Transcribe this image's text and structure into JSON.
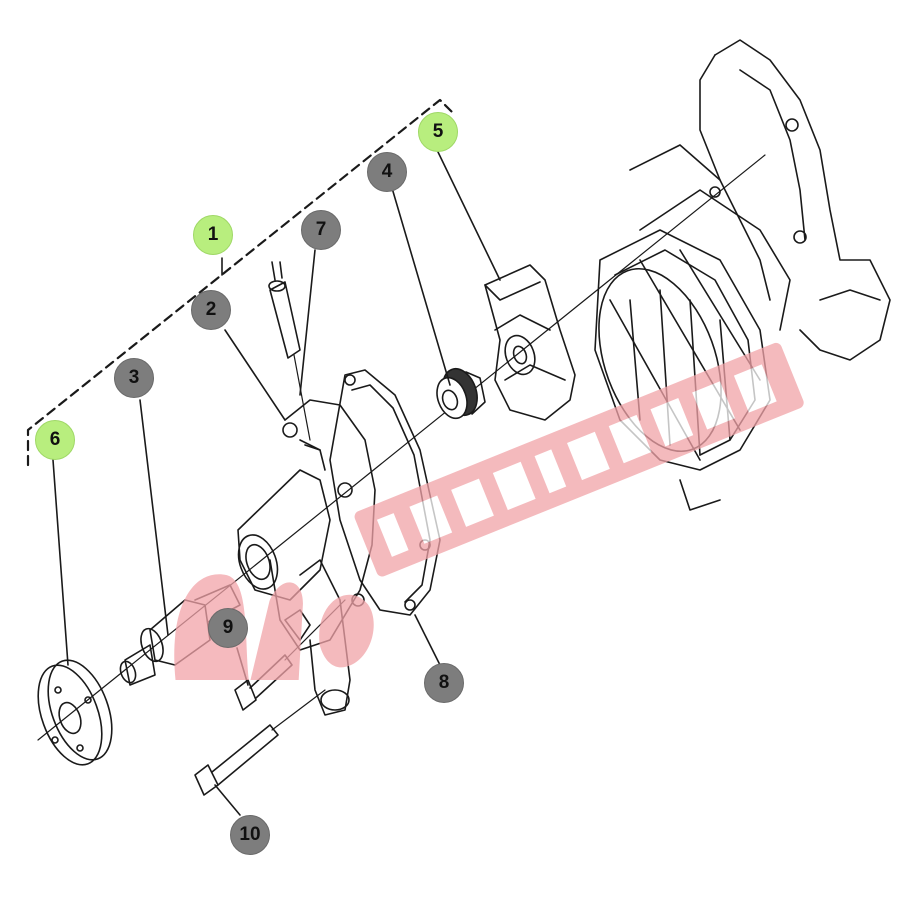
{
  "callouts": [
    {
      "id": "1",
      "label": "1",
      "style": "green"
    },
    {
      "id": "2",
      "label": "2",
      "style": "grey"
    },
    {
      "id": "3",
      "label": "3",
      "style": "grey"
    },
    {
      "id": "4",
      "label": "4",
      "style": "grey"
    },
    {
      "id": "5",
      "label": "5",
      "style": "green"
    },
    {
      "id": "6",
      "label": "6",
      "style": "green"
    },
    {
      "id": "7",
      "label": "7",
      "style": "grey"
    },
    {
      "id": "8",
      "label": "8",
      "style": "grey"
    },
    {
      "id": "9",
      "label": "9",
      "style": "grey"
    },
    {
      "id": "10",
      "label": "10",
      "style": "grey"
    }
  ],
  "colors": {
    "line": "#1a1a1a",
    "callout_grey": "#7d7d7d",
    "callout_green": "#b8ee7e",
    "watermark": "#f1a3a8"
  }
}
